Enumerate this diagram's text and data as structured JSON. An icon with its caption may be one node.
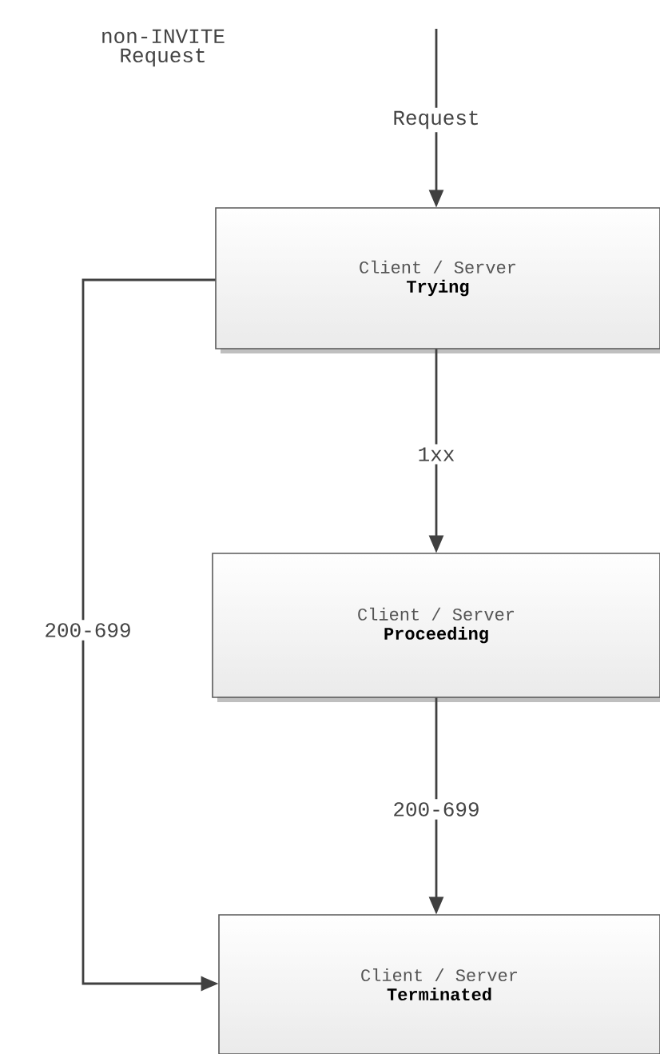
{
  "diagram": {
    "nodes": [
      {
        "text": [
          "Client / Server",
          "Trying"
        ]
      },
      {
        "text": [
          "Client / Server",
          "Proceeding"
        ]
      },
      {
        "text": [
          "Client / Server",
          "Terminated"
        ]
      }
    ],
    "edges": [
      {
        "from": null,
        "to": 0,
        "arrow": "to",
        "label": "Request"
      },
      {
        "from": 0,
        "to": 1,
        "arrow": "to",
        "label": "1xx"
      },
      {
        "from": 1,
        "to": 2,
        "arrow": "to",
        "label": "200-699"
      },
      {
        "from": 0,
        "to": 2,
        "arrow": "to",
        "label": "200-699"
      }
    ],
    "labels": [
      "non-INVITE Request"
    ]
  }
}
